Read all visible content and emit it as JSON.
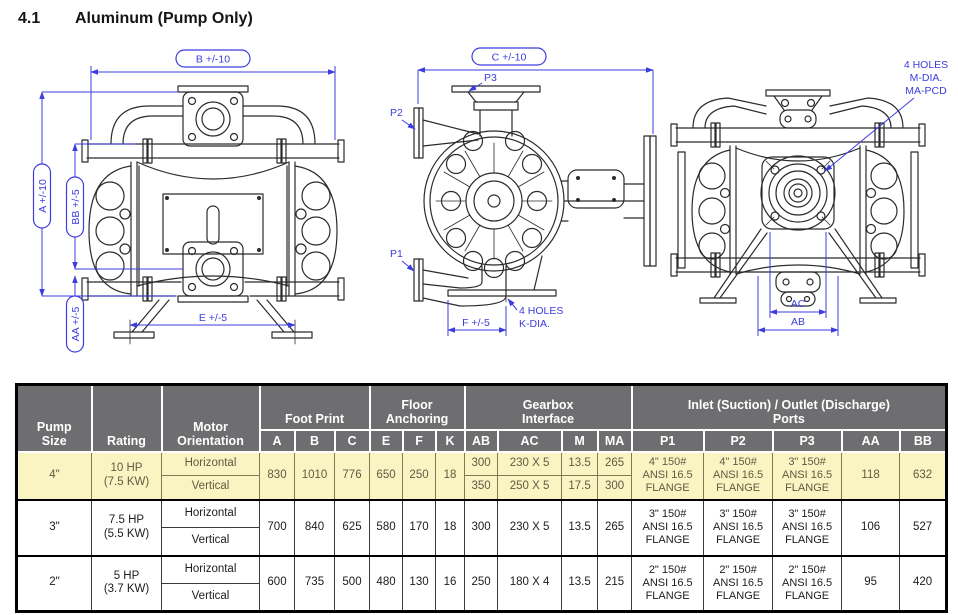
{
  "title": {
    "section": "4.1",
    "label": "Aluminum (Pump Only)"
  },
  "colors": {
    "accent_blue": "#3c3ce0",
    "header_gray": "#6e6e70",
    "row_highlight": "#faf3c2",
    "drawing_line": "#2b2b2b"
  },
  "drawings": {
    "front": {
      "dim_b": "B +/-10",
      "dim_a": "A +/-10",
      "dim_bb": "BB +/-5",
      "dim_aa": "AA +/-5",
      "dim_e": "E +/-5"
    },
    "side": {
      "dim_c": "C +/-10",
      "port_p3": "P3",
      "port_p2": "P2",
      "port_p1": "P1",
      "dim_f": "F +/-5",
      "note": [
        "4 HOLES",
        "K-DIA."
      ]
    },
    "rear": {
      "note": [
        "4 HOLES",
        "M-DIA.",
        "MA-PCD"
      ],
      "dim_ac": "AC",
      "dim_ab": "AB"
    }
  },
  "table": {
    "headers": {
      "pump_size": "Pump\nSize",
      "rating": "Rating",
      "motor_orientation": "Motor\nOrientation",
      "groups": {
        "foot_print": "Foot Print",
        "floor_anchoring": "Floor\nAnchoring",
        "gearbox": "Gearbox\nInterface",
        "ports": "Inlet (Suction) / Outlet (Discharge)\nPorts"
      },
      "cols": [
        "A",
        "B",
        "C",
        "E",
        "F",
        "K",
        "AB",
        "AC",
        "M",
        "MA",
        "P1",
        "P2",
        "P3",
        "AA",
        "BB"
      ]
    },
    "rows": [
      {
        "size": "4\"",
        "rating": "10 HP\n(7.5 KW)",
        "orientation_h": "Horizontal",
        "orientation_v": "Vertical",
        "A": "830",
        "B": "1010",
        "C": "776",
        "E": "650",
        "F": "250",
        "K": "18",
        "AB": [
          "300",
          "350"
        ],
        "AC": [
          "230 X 5",
          "250 X 5"
        ],
        "M": [
          "13.5",
          "17.5"
        ],
        "MA": [
          "265",
          "300"
        ],
        "P1": "4\" 150#\nANSI 16.5\nFLANGE",
        "P2": "4\" 150#\nANSI 16.5\nFLANGE",
        "P3": "3\" 150#\nANSI 16.5\nFLANGE",
        "AA": "118",
        "BB": "632"
      },
      {
        "size": "3\"",
        "rating": "7.5 HP\n(5.5 KW)",
        "orientation_h": "Horizontal",
        "orientation_v": "Vertical",
        "A": "700",
        "B": "840",
        "C": "625",
        "E": "580",
        "F": "170",
        "K": "18",
        "AB": "300",
        "AC": "230 X 5",
        "M": "13.5",
        "MA": "265",
        "P1": "3\" 150#\nANSI 16.5\nFLANGE",
        "P2": "3\" 150#\nANSI 16.5\nFLANGE",
        "P3": "3\" 150#\nANSI 16.5\nFLANGE",
        "AA": "106",
        "BB": "527"
      },
      {
        "size": "2\"",
        "rating": "5 HP\n(3.7 KW)",
        "orientation_h": "Horizontal",
        "orientation_v": "Vertical",
        "A": "600",
        "B": "735",
        "C": "500",
        "E": "480",
        "F": "130",
        "K": "16",
        "AB": "250",
        "AC": "180 X 4",
        "M": "13.5",
        "MA": "215",
        "P1": "2\" 150#\nANSI 16.5\nFLANGE",
        "P2": "2\" 150#\nANSI 16.5\nFLANGE",
        "P3": "2\" 150#\nANSI 16.5\nFLANGE",
        "AA": "95",
        "BB": "420"
      }
    ]
  }
}
